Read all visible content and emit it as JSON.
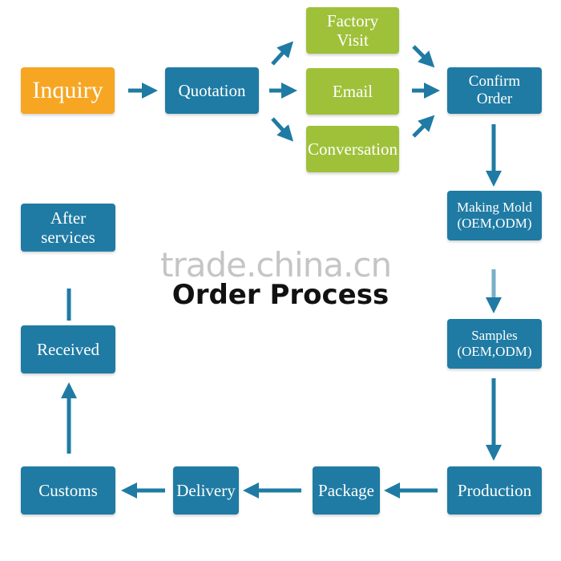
{
  "diagram": {
    "title": "Order Process",
    "watermark": "trade.china.cn",
    "nodes": {
      "inquiry": "Inquiry",
      "quotation": "Quotation",
      "factory_visit": "Factory Visit",
      "email": "Email",
      "conversation": "Conversation",
      "confirm_order": "Confirm Order",
      "making_mold": "Making Mold (OEM,ODM)",
      "samples": "Samples (OEM,ODM)",
      "production": "Production",
      "package": "Package",
      "delivery": "Delivery",
      "customs": "Customs",
      "received": "Received",
      "after_services": "After services"
    }
  },
  "colors": {
    "blue": "#1f7ba3",
    "orange": "#f6a623",
    "green": "#9fc13a",
    "arrow": "#1f7ba3"
  }
}
